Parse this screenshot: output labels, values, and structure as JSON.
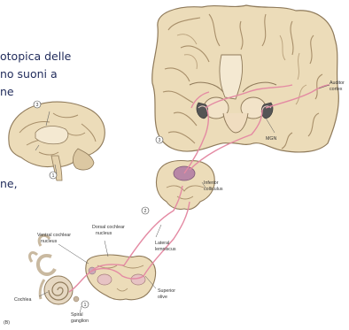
{
  "caption_lines": [
    "otopica delle",
    "no suoni a",
    "ne",
    "ne,"
  ],
  "labels": {
    "auditory_cortex": [
      "Auditor",
      "cortex"
    ],
    "mgn": "MGN",
    "inferior_colliculus": [
      "Inferior",
      "colliculus"
    ],
    "lateral_lemniscus": [
      "Lateral",
      "lemniscus"
    ],
    "dorsal_cochlear_nucleus": [
      "Dorsal cochlear",
      "nucleus"
    ],
    "ventral_cochlear_nucleus": [
      "Ventral cochlear",
      "nucleus"
    ],
    "superior_olive": [
      "Superior",
      "olive"
    ],
    "cochlea": "Cochlea",
    "spiral_ganglion": [
      "Spiral",
      "ganglion"
    ],
    "panel_letter": "(B)"
  },
  "step_markers": [
    "1",
    "2",
    "3",
    "3",
    "1"
  ],
  "colors": {
    "text_blue": "#1f2a5a",
    "pathway_pink": "#e48aa3",
    "tissue_beige": "#ecdcb9",
    "tissue_outline": "#8f7a5a",
    "gray_matter": "#e9cfc6"
  }
}
